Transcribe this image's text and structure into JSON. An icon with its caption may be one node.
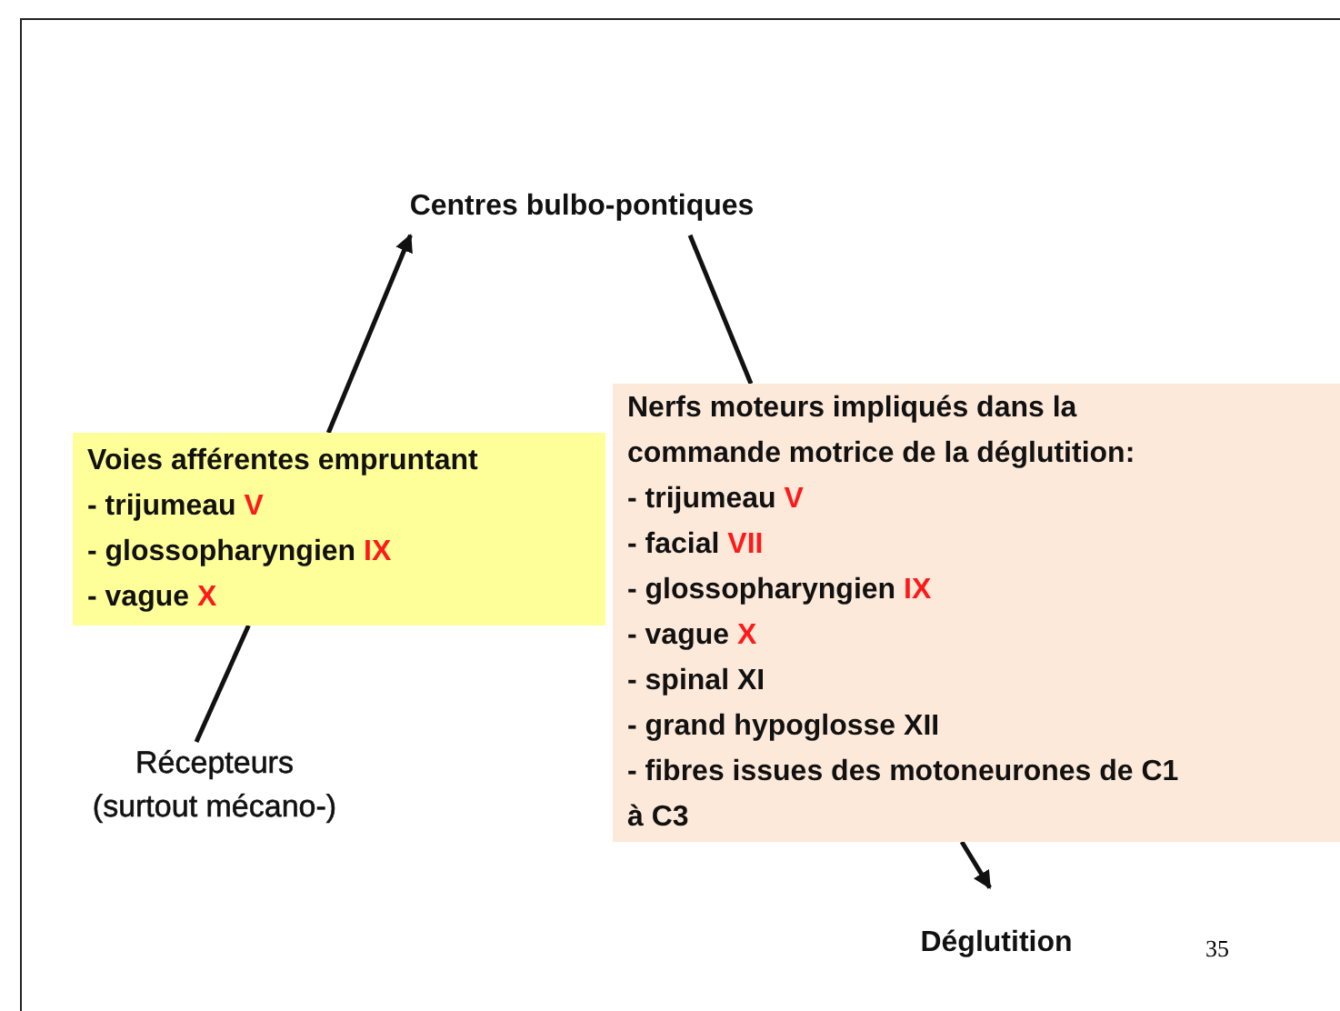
{
  "diagram": {
    "nodes": [
      {
        "text": [
          "Centres bulbo-pontiques"
        ]
      },
      {
        "text": [
          "Voies afférentes empruntant",
          "- trijumeau V",
          "- glossopharyngien IX",
          "- vague X"
        ]
      },
      {
        "text": [
          "Récepteurs (surtout mécano-)"
        ]
      },
      {
        "text": [
          "Nerfs moteurs impliqués dans la commande motrice de la déglutition:",
          "- trijumeau V",
          "- facial VII",
          "- glossopharyngien IX",
          "- vague X",
          "- spinal XI",
          "- grand hypoglosse XII",
          "- fibres issues des motoneurones de C1 à C3"
        ]
      },
      {
        "text": [
          "Déglutition"
        ]
      }
    ],
    "edges": [
      {
        "from": 2,
        "to": 1,
        "arrow": "none"
      },
      {
        "from": 1,
        "to": 0,
        "arrow": "to"
      },
      {
        "from": 0,
        "to": 3,
        "arrow": "none"
      },
      {
        "from": 3,
        "to": 4,
        "arrow": "to"
      }
    ],
    "labels": [
      "35"
    ]
  }
}
